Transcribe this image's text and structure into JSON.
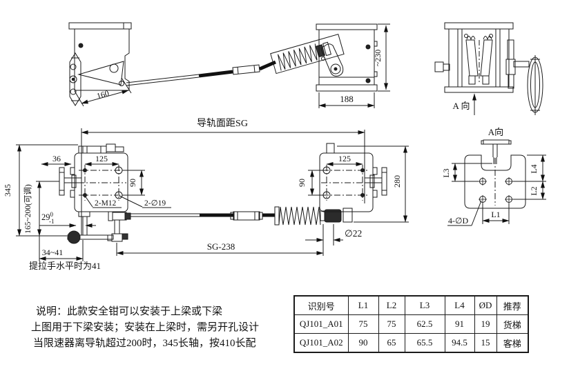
{
  "drawing": {
    "top_view": {
      "dim_160": "160",
      "dim_188": "188",
      "dim_230": "~230"
    },
    "a_view": {
      "label": "A 向"
    },
    "front_view": {
      "dim_rail_span": "导轨面距SG",
      "dim_36": "36",
      "dim_125_left": "125",
      "dim_125_right": "125",
      "dim_90_left": "90",
      "dim_90_right": "90",
      "dim_280": "280",
      "dim_345": "345",
      "dim_adjustable": "165~200(可调)",
      "dim_29": "29",
      "dim_29_upper": "0",
      "dim_29_lower": "-1",
      "label_2m12": "2-M12",
      "label_2d19": "2-∅19",
      "dim_d22": "∅22",
      "dim_34_41": "34~41",
      "dim_sg238": "SG-238",
      "note_handle": "提拉手水平时为41"
    },
    "plate_view": {
      "label": "A向",
      "dim_l1": "L1",
      "dim_l2": "L2",
      "dim_l3": "L3",
      "dim_l4": "L4",
      "label_4d": "4-∅D"
    }
  },
  "notes": {
    "line1": "说明：此款安全钳可以安装于上梁或下梁",
    "line2": "上图用于下梁安装；安装在上梁时，需另开孔设计",
    "line3": "当限速器离导轨超过200时，345长轴，按410长配"
  },
  "table": {
    "headers": [
      "识别号",
      "L1",
      "L2",
      "L3",
      "L4",
      "ØD",
      "推荐"
    ],
    "rows": [
      [
        "QJ101_A01",
        "75",
        "75",
        "62.5",
        "91",
        "19",
        "货梯"
      ],
      [
        "QJ101_A02",
        "90",
        "65",
        "65.5",
        "94.5",
        "15",
        "客梯"
      ]
    ]
  },
  "colors": {
    "line": "#1a1a1a",
    "dark_fill": "#222222"
  }
}
